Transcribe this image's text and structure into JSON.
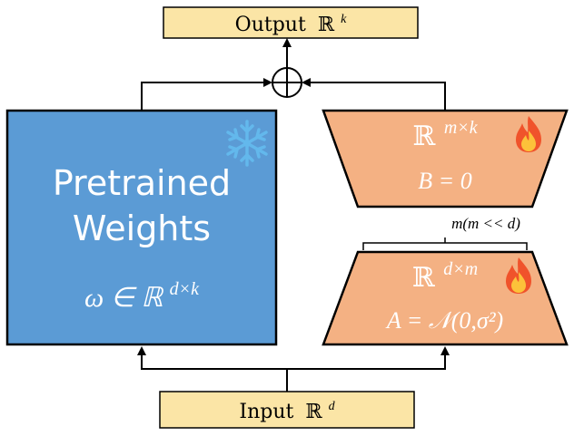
{
  "output_box": {
    "label": "Output",
    "space": "ℝ",
    "exp": "k"
  },
  "input_box": {
    "label": "Input",
    "space": "ℝ",
    "exp": "d"
  },
  "pretrained": {
    "line1": "Pretrained",
    "line2": "Weights",
    "formula_prefix": "ω ∈ ℝ",
    "formula_exp": "d×k",
    "fill": "#5b9bd5",
    "frozen_icon": "snowflake-icon"
  },
  "matrix_b": {
    "space": "ℝ",
    "exp": "m×k",
    "init": "B = 0",
    "fill": "#f4b183",
    "trainable_icon": "fire-icon"
  },
  "matrix_a": {
    "space": "ℝ",
    "exp": "d×m",
    "init": "A = 𝒩(0,σ²)",
    "fill": "#f4b183",
    "trainable_icon": "fire-icon"
  },
  "rank_annotation": "m(m << d)",
  "label_box_fill": "#fbe5a6"
}
